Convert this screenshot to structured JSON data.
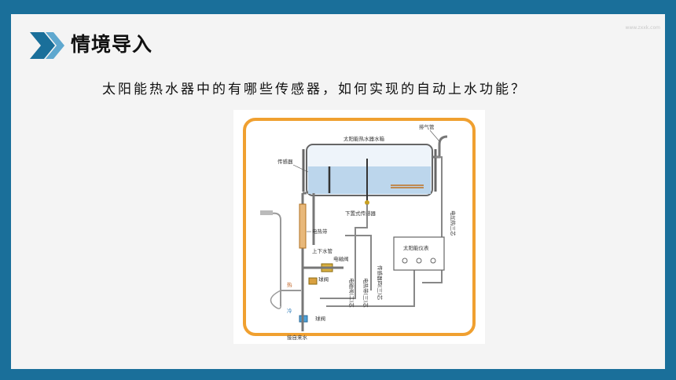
{
  "header": {
    "title": "情境导入",
    "watermark": "www.zxxk.com"
  },
  "question": "太阳能热水器中的有哪些传感器，如何实现的自动上水功能？",
  "diagram": {
    "labels": {
      "exhaust_pipe": "排气管",
      "tank": "太阳能热水器水箱",
      "sensor": "传感器",
      "bottom_sensor": "下置式传感器",
      "heat_tape": "电热带",
      "up_down_pipe": "上下水管",
      "solenoid_valve": "电磁阀",
      "ball_valve_1": "球阀",
      "ball_valve_2": "球阀",
      "hot": "热",
      "cold": "冷",
      "tap_water": "接自来水",
      "meter": "太阳能仪表",
      "electric_heating_3core": "电加热三芯",
      "sensor_4_3core": "传感器四(三)芯",
      "heat_tape_3core": "电热带(三)芯",
      "solenoid_valve_2core": "电磁阀(二)芯"
    }
  }
}
